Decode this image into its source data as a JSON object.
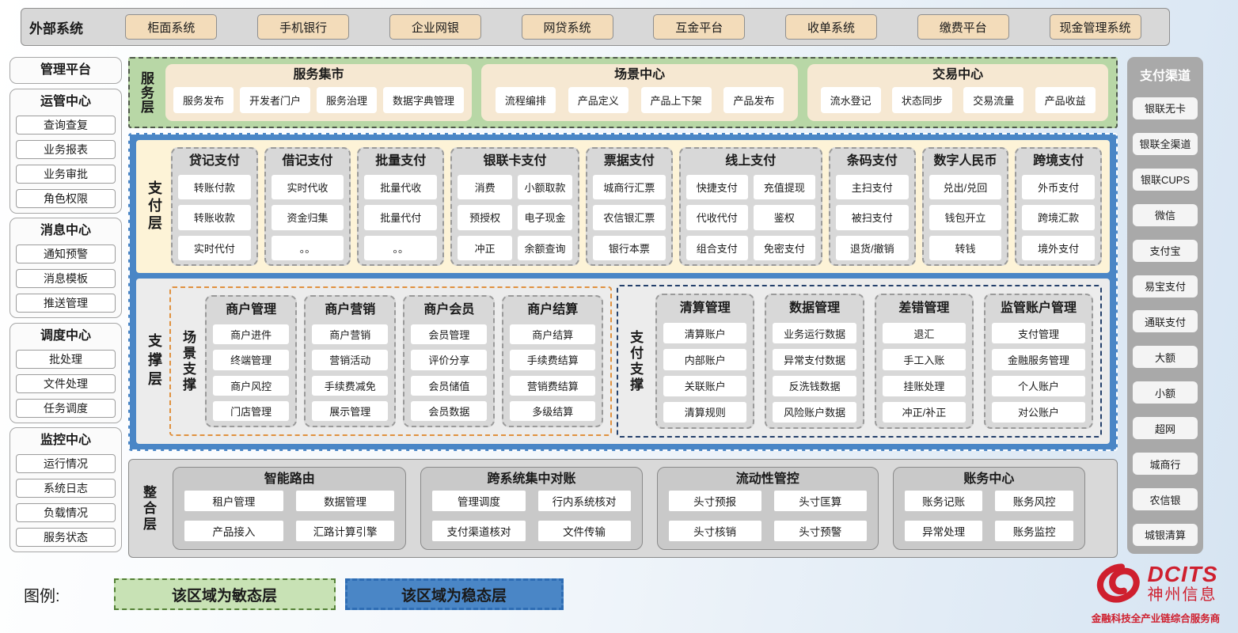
{
  "external_systems": {
    "label": "外部系统",
    "items": [
      "柜面系统",
      "手机银行",
      "企业网银",
      "网贷系统",
      "互金平台",
      "收单系统",
      "缴费平台",
      "现金管理系统"
    ]
  },
  "management_platform": {
    "title": "管理平台",
    "groups": [
      {
        "title": "运管中心",
        "items": [
          "查询查复",
          "业务报表",
          "业务审批",
          "角色权限"
        ]
      },
      {
        "title": "消息中心",
        "items": [
          "通知预警",
          "消息模板",
          "推送管理"
        ]
      },
      {
        "title": "调度中心",
        "items": [
          "批处理",
          "文件处理",
          "任务调度"
        ]
      },
      {
        "title": "监控中心",
        "items": [
          "运行情况",
          "系统日志",
          "负载情况",
          "服务状态"
        ]
      }
    ]
  },
  "service_layer": {
    "label": "服务层",
    "groups": [
      {
        "title": "服务集市",
        "items": [
          "服务发布",
          "开发者门户",
          "服务治理",
          "数据字典管理"
        ]
      },
      {
        "title": "场景中心",
        "items": [
          "流程编排",
          "产品定义",
          "产品上下架",
          "产品发布"
        ]
      },
      {
        "title": "交易中心",
        "items": [
          "流水登记",
          "状态同步",
          "交易流量",
          "产品收益"
        ]
      }
    ]
  },
  "payment_layer": {
    "label": "支付层",
    "columns": [
      {
        "title": "贷记支付",
        "cols": 1,
        "items": [
          "转账付款",
          "转账收款",
          "实时代付"
        ]
      },
      {
        "title": "借记支付",
        "cols": 1,
        "items": [
          "实时代收",
          "资金归集",
          "。。"
        ]
      },
      {
        "title": "批量支付",
        "cols": 1,
        "items": [
          "批量代收",
          "批量代付",
          "。。"
        ]
      },
      {
        "title": "银联卡支付",
        "cols": 2,
        "items": [
          "消费",
          "小额取款",
          "预授权",
          "电子现金",
          "冲正",
          "余额查询"
        ]
      },
      {
        "title": "票据支付",
        "cols": 1,
        "items": [
          "城商行汇票",
          "农信银汇票",
          "银行本票"
        ]
      },
      {
        "title": "线上支付",
        "cols": 2,
        "items": [
          "快捷支付",
          "充值提现",
          "代收代付",
          "鉴权",
          "组合支付",
          "免密支付"
        ]
      },
      {
        "title": "条码支付",
        "cols": 1,
        "items": [
          "主扫支付",
          "被扫支付",
          "退货/撤销"
        ]
      },
      {
        "title": "数字人民币",
        "cols": 1,
        "items": [
          "兑出/兑回",
          "钱包开立",
          "转钱"
        ]
      },
      {
        "title": "跨境支付",
        "cols": 1,
        "items": [
          "外币支付",
          "跨境汇款",
          "境外支付"
        ]
      }
    ]
  },
  "support_layer": {
    "label": "支撑层",
    "sections": [
      {
        "label": "场景支撑",
        "border_color": "#e0913f",
        "columns": [
          {
            "title": "商户管理",
            "items": [
              "商户进件",
              "终端管理",
              "商户风控",
              "门店管理"
            ]
          },
          {
            "title": "商户营销",
            "items": [
              "商户营销",
              "营销活动",
              "手续费减免",
              "展示管理"
            ]
          },
          {
            "title": "商户会员",
            "items": [
              "会员管理",
              "评价分享",
              "会员储值",
              "会员数据"
            ]
          },
          {
            "title": "商户结算",
            "items": [
              "商户结算",
              "手续费结算",
              "营销费结算",
              "多级结算"
            ]
          }
        ]
      },
      {
        "label": "支付支撑",
        "border_color": "#24406b",
        "columns": [
          {
            "title": "清算管理",
            "items": [
              "清算账户",
              "内部账户",
              "关联账户",
              "清算规则"
            ]
          },
          {
            "title": "数据管理",
            "items": [
              "业务运行数据",
              "异常支付数据",
              "反洗钱数据",
              "风险账户数据"
            ]
          },
          {
            "title": "差错管理",
            "items": [
              "退汇",
              "手工入账",
              "挂账处理",
              "冲正/补正"
            ]
          },
          {
            "title": "监管账户管理",
            "items": [
              "支付管理",
              "金融服务管理",
              "个人账户",
              "对公账户"
            ]
          }
        ]
      }
    ]
  },
  "integration_layer": {
    "label": "整合层",
    "groups": [
      {
        "title": "智能路由",
        "items": [
          "租户管理",
          "数据管理",
          "产品接入",
          "汇路计算引擎"
        ]
      },
      {
        "title": "跨系统集中对账",
        "items": [
          "管理调度",
          "行内系统核对",
          "支付渠道核对",
          "文件传输"
        ]
      },
      {
        "title": "流动性管控",
        "items": [
          "头寸预报",
          "头寸匡算",
          "头寸核销",
          "头寸预警"
        ]
      },
      {
        "title": "账务中心",
        "items": [
          "账务记账",
          "账务风控",
          "异常处理",
          "账务监控"
        ]
      }
    ]
  },
  "payment_channels": {
    "title": "支付渠道",
    "items": [
      "银联无卡",
      "银联全渠道",
      "银联CUPS",
      "微信",
      "支付宝",
      "易宝支付",
      "通联支付",
      "大额",
      "小额",
      "超网",
      "城商行",
      "农信银",
      "城银清算"
    ]
  },
  "legend": {
    "label": "图例:",
    "agile": "该区域为敏态层",
    "stable": "该区域为稳态层"
  },
  "logo": {
    "name": "DCITS",
    "company": "神州信息",
    "tagline": "金融科技全产业链综合服务商"
  },
  "colors": {
    "agile_green": "#b8d7a6",
    "stable_blue": "#4a86c6",
    "external_beige": "#f3dcba",
    "payment_cream": "#fdf3d7",
    "column_gray": "#d8d8d8",
    "scene_orange": "#e0913f",
    "paysup_navy": "#24406b",
    "brand_red": "#cf1f2e"
  }
}
